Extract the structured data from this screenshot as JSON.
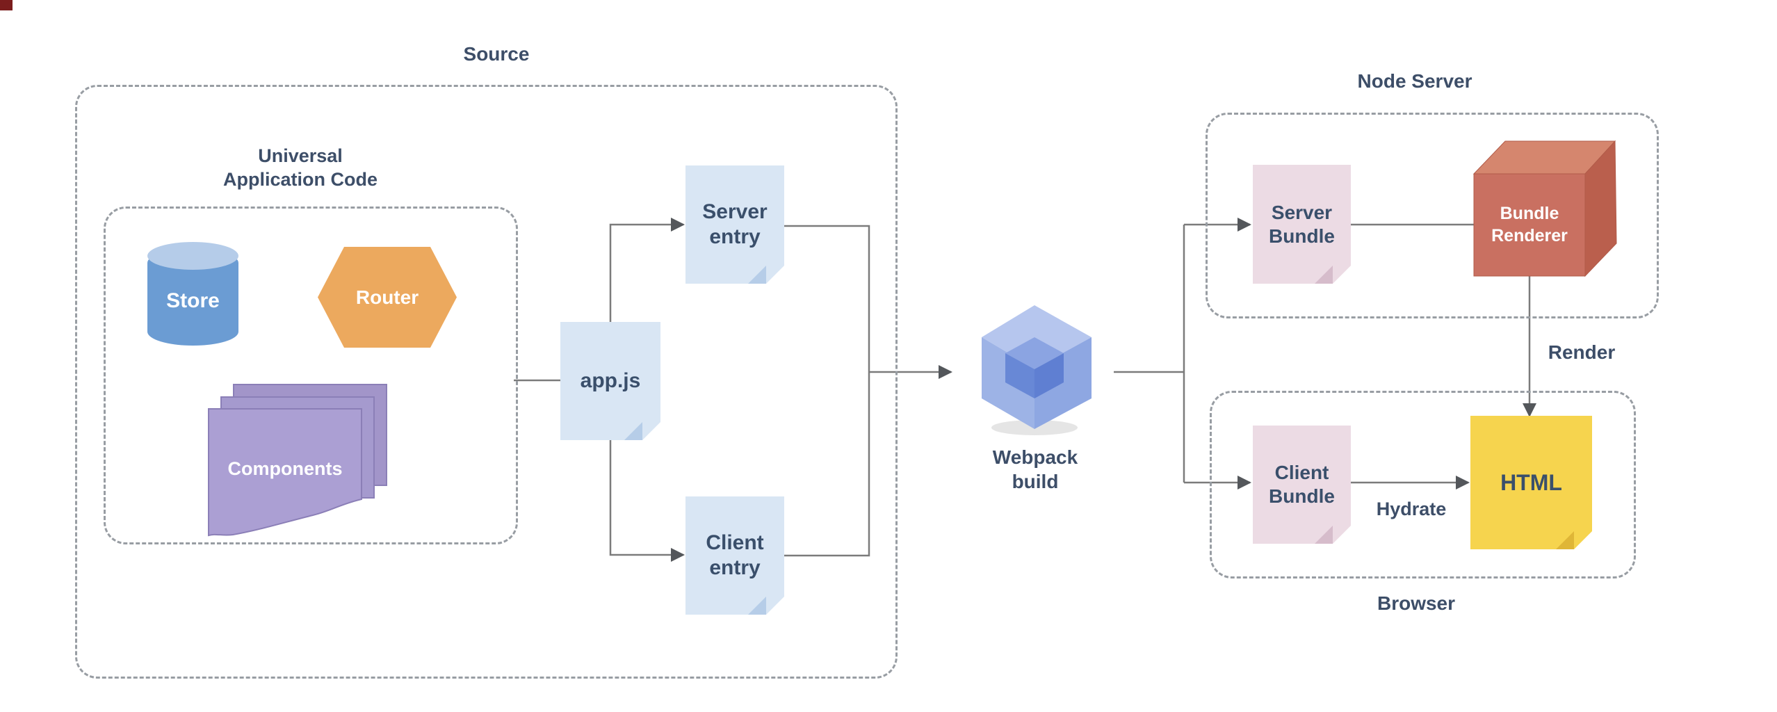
{
  "diagram": {
    "sections": {
      "source": {
        "label": "Source"
      },
      "universal_app_code": {
        "label": "Universal\nApplication Code"
      },
      "node_server": {
        "label": "Node Server"
      },
      "browser": {
        "label": "Browser"
      }
    },
    "nodes": {
      "store": {
        "label": "Store"
      },
      "router": {
        "label": "Router"
      },
      "components": {
        "label": "Components"
      },
      "app_js": {
        "label": "app.js"
      },
      "server_entry": {
        "label": "Server\nentry"
      },
      "client_entry": {
        "label": "Client\nentry"
      },
      "webpack": {
        "label": "Webpack\nbuild"
      },
      "server_bundle": {
        "label": "Server\nBundle"
      },
      "bundle_renderer": {
        "label": "Bundle\nRenderer"
      },
      "client_bundle": {
        "label": "Client\nBundle"
      },
      "html": {
        "label": "HTML"
      }
    },
    "edge_labels": {
      "render": "Render",
      "hydrate": "Hydrate"
    },
    "colors": {
      "label_text": "#3d4e68",
      "connector_line": "#7b7b7b",
      "dashed_border": "#989da3",
      "doc_blue": "#d9e6f4",
      "doc_pink": "#ecdbe4",
      "note_yellow": "#f6d44e",
      "store_blue": "#6b9cd3",
      "router_orange": "#eca95e",
      "components_purple": "#a99dd1",
      "cube_terracotta": "#c97061",
      "webpack_blue": "#8ea7e2",
      "corner_artifact": "#7b1d1d"
    }
  }
}
